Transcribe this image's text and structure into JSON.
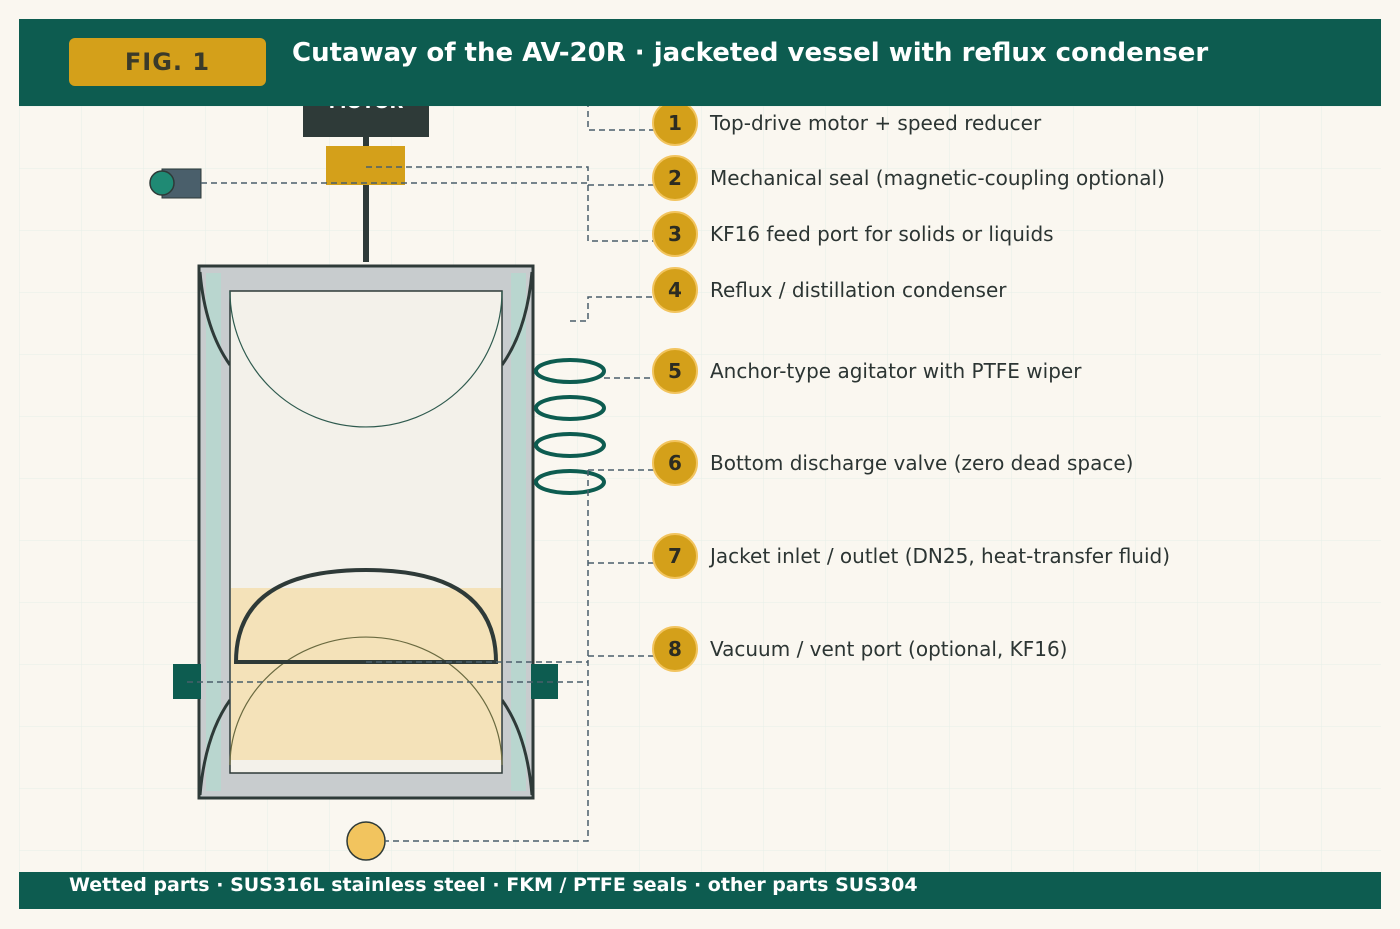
{
  "header": {
    "badge": "FIG. 1",
    "title": "Cutaway of the AV-20R  ·  jacketed vessel with reflux condenser"
  },
  "diagram": {
    "motor_label": "MOTOR",
    "colors": {
      "teal": "#0d5c50",
      "gold": "#d4a01a",
      "dark": "#2e3a38",
      "liquid": "#f4e2b9",
      "jacket": "#b9d6cf",
      "shell": "#c8ccce"
    },
    "callouts": [
      {
        "num": "1",
        "label": "Top-drive motor + speed reducer"
      },
      {
        "num": "2",
        "label": "Mechanical seal (magnetic-coupling optional)"
      },
      {
        "num": "3",
        "label": "KF16 feed port for solids or liquids"
      },
      {
        "num": "4",
        "label": "Reflux / distillation condenser"
      },
      {
        "num": "5",
        "label": "Anchor-type agitator with PTFE wiper"
      },
      {
        "num": "6",
        "label": "Bottom discharge valve (zero dead space)"
      },
      {
        "num": "7",
        "label": "Jacket inlet / outlet (DN25, heat-transfer fluid)"
      },
      {
        "num": "8",
        "label": "Vacuum / vent port (optional, KF16)"
      }
    ]
  },
  "footer": {
    "text": "Wetted parts  ·  SUS316L stainless steel  ·  FKM / PTFE seals  ·  other parts SUS304"
  }
}
